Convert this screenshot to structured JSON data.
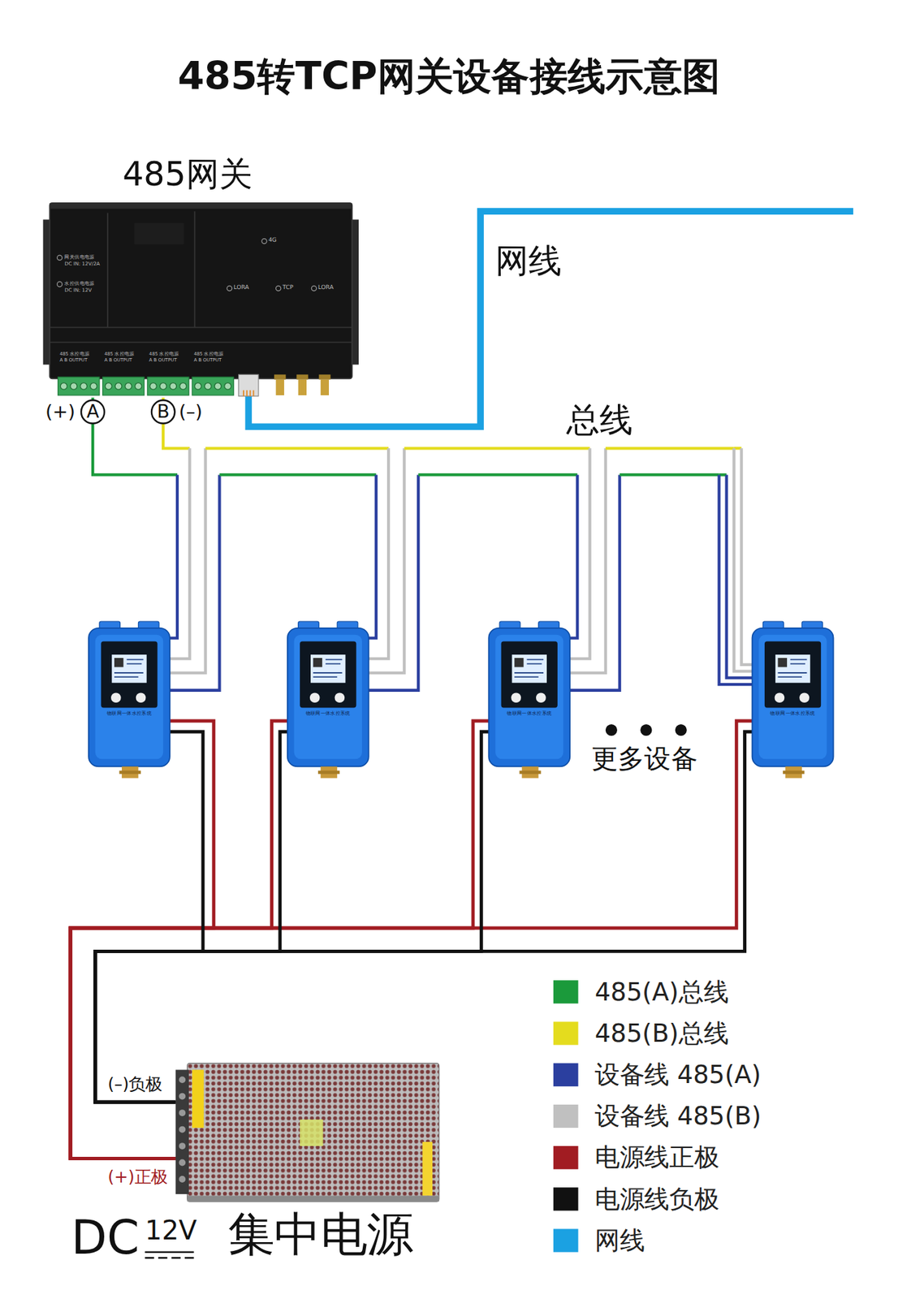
{
  "diagram": {
    "title": "485转TCP网关设备接线示意图",
    "nodes": [
      {
        "text": [
          "485网关",
          "网关供电电源",
          "DC IN: 12V/2A",
          "水控供电电源",
          "DC IN: 12V",
          "4G",
          "LORA",
          "TCP",
          "LORA",
          "485 水控电源",
          "485 水控电源",
          "485 水控电源",
          "485 水控电源",
          "A B OUTPUT",
          "A B OUTPUT",
          "A B OUTPUT",
          "A B OUTPUT"
        ]
      },
      {
        "text": [
          "物联网一体水控系统"
        ]
      },
      {
        "text": [
          "物联网一体水控系统"
        ]
      },
      {
        "text": [
          "物联网一体水控系统"
        ]
      },
      {
        "text": [
          "物联网一体水控系统"
        ]
      },
      {
        "text": [
          "DC",
          "12V",
          "集中电源"
        ]
      }
    ],
    "edges": [
      {
        "from": 0,
        "to": 1,
        "arrow": "none"
      },
      {
        "from": 0,
        "to": 1,
        "arrow": "none"
      },
      {
        "from": 1,
        "to": 2,
        "arrow": "none"
      },
      {
        "from": 1,
        "to": 2,
        "arrow": "none"
      },
      {
        "from": 2,
        "to": 3,
        "arrow": "none"
      },
      {
        "from": 2,
        "to": 3,
        "arrow": "none"
      },
      {
        "from": 3,
        "to": 4,
        "arrow": "none"
      },
      {
        "from": 3,
        "to": 4,
        "arrow": "none"
      },
      {
        "from": 5,
        "to": 1,
        "arrow": "none"
      },
      {
        "from": 5,
        "to": 2,
        "arrow": "none"
      },
      {
        "from": 5,
        "to": 3,
        "arrow": "none"
      },
      {
        "from": 5,
        "to": 4,
        "arrow": "none"
      },
      {
        "from": 5,
        "to": 1,
        "arrow": "none"
      },
      {
        "from": 5,
        "to": 2,
        "arrow": "none"
      },
      {
        "from": 5,
        "to": 3,
        "arrow": "none"
      },
      {
        "from": 5,
        "to": 4,
        "arrow": "none"
      }
    ],
    "labels": [
      "(+)",
      "A",
      "B",
      "(–)",
      "网线",
      "总线",
      "更多设备",
      "(–)负极",
      "(+)正极"
    ],
    "legend": [
      {
        "text": "485(A)总线",
        "color": "#1b9a3b"
      },
      {
        "text": "485(B)总线",
        "color": "#e4dc1e"
      },
      {
        "text": "设备线 485(A)",
        "color": "#2b3f9f"
      },
      {
        "text": "设备线 485(B)",
        "color": "#c0c0c0"
      },
      {
        "text": "电源线正极",
        "color": "#a11c22"
      },
      {
        "text": "电源线负极",
        "color": "#111111"
      },
      {
        "text": "网线",
        "color": "#1ba1e2"
      }
    ]
  }
}
